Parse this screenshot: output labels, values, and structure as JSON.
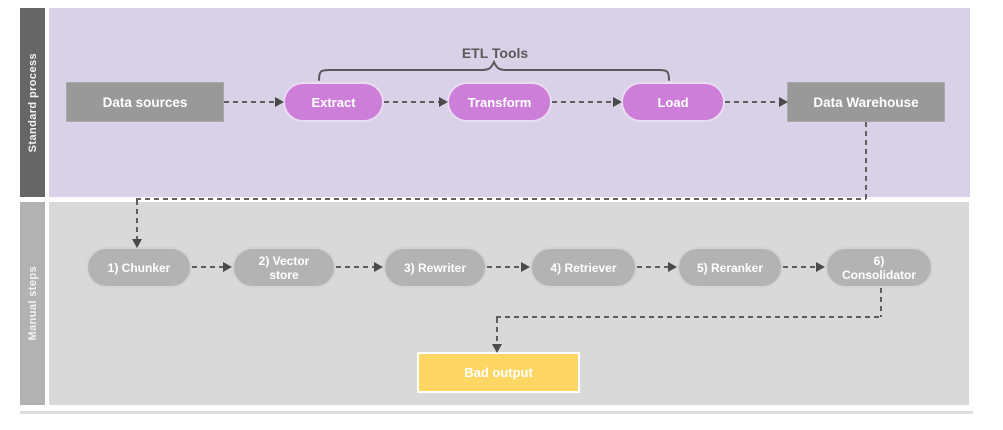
{
  "lanes": {
    "standard": {
      "label": "Standard process"
    },
    "manual": {
      "label": "Manual steps"
    }
  },
  "annotations": {
    "etl_tools": "ETL Tools"
  },
  "standard_nodes": {
    "data_sources": "Data sources",
    "extract": "Extract",
    "transform": "Transform",
    "load": "Load",
    "data_warehouse": "Data Warehouse"
  },
  "manual_nodes": {
    "chunker": "1) Chunker",
    "vector_store": "2) Vector\nstore",
    "rewriter": "3) Rewriter",
    "retriever": "4) Retriever",
    "reranker": "5) Reranker",
    "consolidator": "6)\nConsolidator"
  },
  "output_nodes": {
    "bad_output": "Bad output"
  },
  "colors": {
    "standard_lane_bg": "#d8d1e8",
    "standard_label_bg": "#666666",
    "manual_lane_bg": "#d9d9d9",
    "manual_label_bg": "#b2b2b2",
    "process_box_fill": "#999999",
    "etl_pill_fill": "#cc7ed8",
    "manual_pill_fill": "#b3b3b3",
    "bad_output_fill": "#fdd663",
    "connector": "#5f5f5f"
  }
}
